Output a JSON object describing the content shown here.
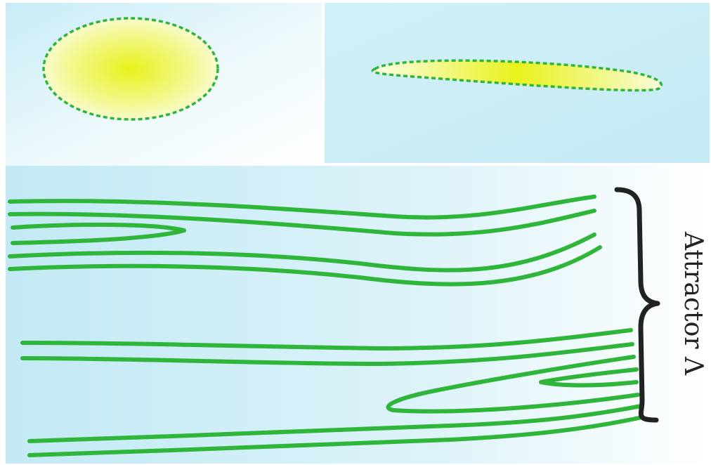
{
  "colors": {
    "background_sky": "#c6ebf5",
    "background_white": "#ffffff",
    "curve_green": "#2fb63a",
    "blob_yellow": "#ecf22a",
    "label_ink": "#222222"
  },
  "panels": {
    "top_left": {
      "shape": "ellipse",
      "fill": "yellow-radial-gradient",
      "outline": "dashed-green"
    },
    "top_right": {
      "shape": "stretched-ellipse",
      "fill": "yellow-gradient",
      "outline": "dashed-green"
    },
    "bottom": {
      "content": "folded-green-trajectories"
    }
  },
  "annotation": {
    "label": "Attractor Λ",
    "brace_icon": "right-curly-brace-icon"
  }
}
